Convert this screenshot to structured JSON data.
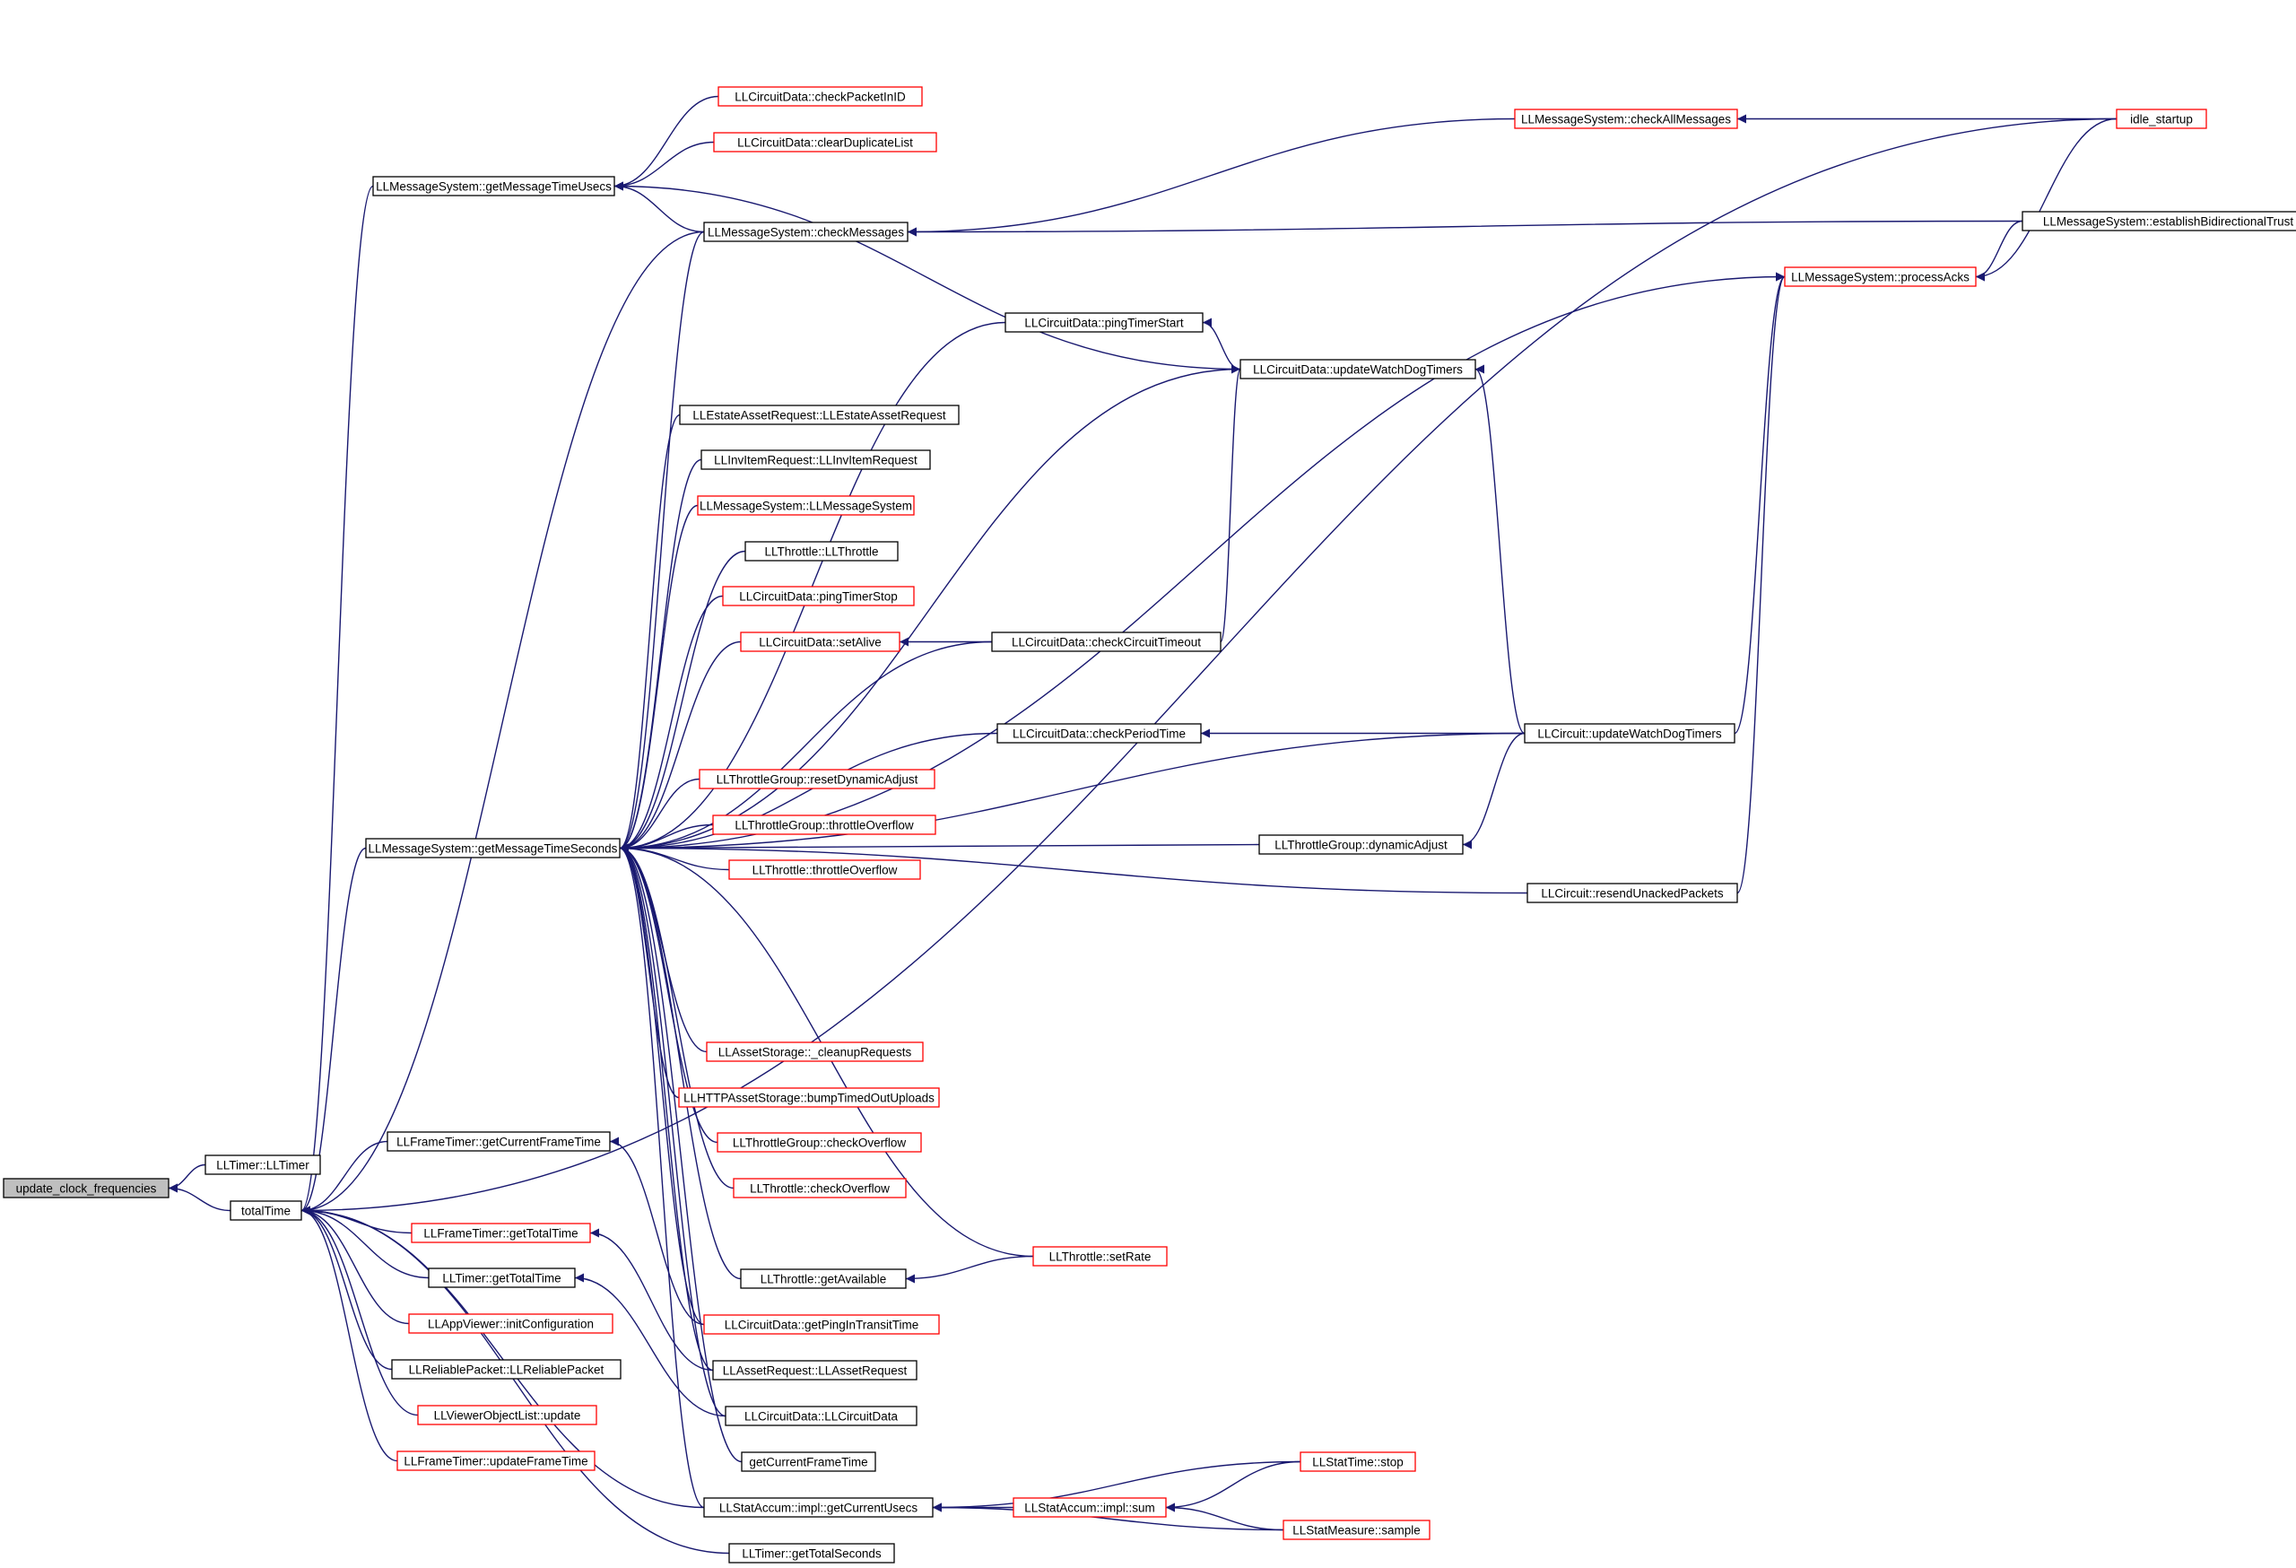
{
  "colors": {
    "edge": "#191970",
    "border_default": "#000000",
    "border_truncated": "#ff0000",
    "root_fill": "#bfbfbf",
    "node_fill": "#ffffff"
  },
  "nodes": [
    {
      "id": "update_clock_frequencies",
      "label": "update_clock_frequencies",
      "style": "root"
    },
    {
      "id": "LLTimer_LLTimer",
      "label": "LLTimer::LLTimer",
      "style": "normal"
    },
    {
      "id": "totalTime",
      "label": "totalTime",
      "style": "normal"
    },
    {
      "id": "getMessageTimeUsecs",
      "label": "LLMessageSystem::getMessageTimeUsecs",
      "style": "normal"
    },
    {
      "id": "getMessageTimeSeconds",
      "label": "LLMessageSystem::getMessageTimeSeconds",
      "style": "normal"
    },
    {
      "id": "getCurrentFrameTime_FT",
      "label": "LLFrameTimer::getCurrentFrameTime",
      "style": "normal"
    },
    {
      "id": "getTotalTime_FT",
      "label": "LLFrameTimer::getTotalTime",
      "style": "red"
    },
    {
      "id": "getTotalTime_T",
      "label": "LLTimer::getTotalTime",
      "style": "normal"
    },
    {
      "id": "initConfiguration",
      "label": "LLAppViewer::initConfiguration",
      "style": "red"
    },
    {
      "id": "LLReliablePacket",
      "label": "LLReliablePacket::LLReliablePacket",
      "style": "normal"
    },
    {
      "id": "vol_update",
      "label": "LLViewerObjectList::update",
      "style": "red"
    },
    {
      "id": "updateFrameTime",
      "label": "LLFrameTimer::updateFrameTime",
      "style": "red"
    },
    {
      "id": "checkPacketInID",
      "label": "LLCircuitData::checkPacketInID",
      "style": "red"
    },
    {
      "id": "clearDuplicateList",
      "label": "LLCircuitData::clearDuplicateList",
      "style": "red"
    },
    {
      "id": "checkMessages",
      "label": "LLMessageSystem::checkMessages",
      "style": "normal"
    },
    {
      "id": "checkAllMessages",
      "label": "LLMessageSystem::checkAllMessages",
      "style": "red"
    },
    {
      "id": "idle_startup",
      "label": "idle_startup",
      "style": "red"
    },
    {
      "id": "establishTrust",
      "label": "LLMessageSystem::establishBidirectionalTrust",
      "style": "normal"
    },
    {
      "id": "processAcks",
      "label": "LLMessageSystem::processAcks",
      "style": "red"
    },
    {
      "id": "pingTimerStart",
      "label": "LLCircuitData::pingTimerStart",
      "style": "normal"
    },
    {
      "id": "cd_updateWatchDogTimers",
      "label": "LLCircuitData::updateWatchDogTimers",
      "style": "normal"
    },
    {
      "id": "LLEstateAssetRequest",
      "label": "LLEstateAssetRequest::LLEstateAssetRequest",
      "style": "normal"
    },
    {
      "id": "LLInvItemRequest",
      "label": "LLInvItemRequest::LLInvItemRequest",
      "style": "normal"
    },
    {
      "id": "LLMessageSystem_ctor",
      "label": "LLMessageSystem::LLMessageSystem",
      "style": "red"
    },
    {
      "id": "LLThrottle_ctor",
      "label": "LLThrottle::LLThrottle",
      "style": "normal"
    },
    {
      "id": "pingTimerStop",
      "label": "LLCircuitData::pingTimerStop",
      "style": "red"
    },
    {
      "id": "setAlive",
      "label": "LLCircuitData::setAlive",
      "style": "red"
    },
    {
      "id": "checkCircuitTimeout",
      "label": "LLCircuitData::checkCircuitTimeout",
      "style": "normal"
    },
    {
      "id": "checkPeriodTime",
      "label": "LLCircuitData::checkPeriodTime",
      "style": "normal"
    },
    {
      "id": "c_updateWatchDogTimers",
      "label": "LLCircuit::updateWatchDogTimers",
      "style": "normal"
    },
    {
      "id": "resetDynamicAdjust",
      "label": "LLThrottleGroup::resetDynamicAdjust",
      "style": "red"
    },
    {
      "id": "tg_throttleOverflow",
      "label": "LLThrottleGroup::throttleOverflow",
      "style": "red"
    },
    {
      "id": "t_throttleOverflow",
      "label": "LLThrottle::throttleOverflow",
      "style": "red"
    },
    {
      "id": "dynamicAdjust",
      "label": "LLThrottleGroup::dynamicAdjust",
      "style": "normal"
    },
    {
      "id": "resendUnackedPackets",
      "label": "LLCircuit::resendUnackedPackets",
      "style": "normal"
    },
    {
      "id": "cleanupRequests",
      "label": "LLAssetStorage::_cleanupRequests",
      "style": "red"
    },
    {
      "id": "bumpTimedOutUploads",
      "label": "LLHTTPAssetStorage::bumpTimedOutUploads",
      "style": "red"
    },
    {
      "id": "tg_checkOverflow",
      "label": "LLThrottleGroup::checkOverflow",
      "style": "red"
    },
    {
      "id": "t_checkOverflow",
      "label": "LLThrottle::checkOverflow",
      "style": "red"
    },
    {
      "id": "setRate",
      "label": "LLThrottle::setRate",
      "style": "red"
    },
    {
      "id": "getAvailable",
      "label": "LLThrottle::getAvailable",
      "style": "normal"
    },
    {
      "id": "getPingInTransitTime",
      "label": "LLCircuitData::getPingInTransitTime",
      "style": "red"
    },
    {
      "id": "LLAssetRequest",
      "label": "LLAssetRequest::LLAssetRequest",
      "style": "normal"
    },
    {
      "id": "LLCircuitData_ctor",
      "label": "LLCircuitData::LLCircuitData",
      "style": "normal"
    },
    {
      "id": "getCurrentFrameTime",
      "label": "getCurrentFrameTime",
      "style": "normal"
    },
    {
      "id": "getCurrentUsecs",
      "label": "LLStatAccum::impl::getCurrentUsecs",
      "style": "normal"
    },
    {
      "id": "statTime_stop",
      "label": "LLStatTime::stop",
      "style": "red"
    },
    {
      "id": "impl_sum",
      "label": "LLStatAccum::impl::sum",
      "style": "red"
    },
    {
      "id": "statMeasure_sample",
      "label": "LLStatMeasure::sample",
      "style": "red"
    },
    {
      "id": "getTotalSeconds",
      "label": "LLTimer::getTotalSeconds",
      "style": "normal"
    }
  ],
  "edges": [
    [
      "update_clock_frequencies",
      "LLTimer_LLTimer"
    ],
    [
      "update_clock_frequencies",
      "totalTime"
    ],
    [
      "totalTime",
      "getMessageTimeUsecs"
    ],
    [
      "totalTime",
      "getMessageTimeSeconds"
    ],
    [
      "totalTime",
      "idle_startup"
    ],
    [
      "totalTime",
      "checkMessages"
    ],
    [
      "totalTime",
      "getCurrentFrameTime_FT"
    ],
    [
      "totalTime",
      "getTotalTime_FT"
    ],
    [
      "totalTime",
      "getTotalTime_T"
    ],
    [
      "totalTime",
      "initConfiguration"
    ],
    [
      "totalTime",
      "LLReliablePacket"
    ],
    [
      "totalTime",
      "vol_update"
    ],
    [
      "totalTime",
      "updateFrameTime"
    ],
    [
      "totalTime",
      "getCurrentUsecs"
    ],
    [
      "totalTime",
      "getTotalSeconds"
    ],
    [
      "getMessageTimeUsecs",
      "checkPacketInID"
    ],
    [
      "getMessageTimeUsecs",
      "clearDuplicateList"
    ],
    [
      "getMessageTimeUsecs",
      "checkMessages"
    ],
    [
      "getMessageTimeUsecs",
      "cd_updateWatchDogTimers"
    ],
    [
      "checkMessages",
      "checkAllMessages"
    ],
    [
      "checkMessages",
      "establishTrust"
    ],
    [
      "checkAllMessages",
      "idle_startup"
    ],
    [
      "processAcks",
      "idle_startup"
    ],
    [
      "processAcks",
      "establishTrust"
    ],
    [
      "pingTimerStart",
      "cd_updateWatchDogTimers"
    ],
    [
      "cd_updateWatchDogTimers",
      "checkCircuitTimeout"
    ],
    [
      "cd_updateWatchDogTimers",
      "c_updateWatchDogTimers"
    ],
    [
      "setAlive",
      "checkCircuitTimeout"
    ],
    [
      "checkPeriodTime",
      "c_updateWatchDogTimers"
    ],
    [
      "processAcks",
      "c_updateWatchDogTimers"
    ],
    [
      "processAcks",
      "resendUnackedPackets"
    ],
    [
      "dynamicAdjust",
      "c_updateWatchDogTimers"
    ],
    [
      "getMessageTimeSeconds",
      "checkMessages"
    ],
    [
      "getMessageTimeSeconds",
      "processAcks"
    ],
    [
      "getMessageTimeSeconds",
      "pingTimerStart"
    ],
    [
      "getMessageTimeSeconds",
      "cd_updateWatchDogTimers"
    ],
    [
      "getMessageTimeSeconds",
      "LLEstateAssetRequest"
    ],
    [
      "getMessageTimeSeconds",
      "LLInvItemRequest"
    ],
    [
      "getMessageTimeSeconds",
      "LLMessageSystem_ctor"
    ],
    [
      "getMessageTimeSeconds",
      "LLThrottle_ctor"
    ],
    [
      "getMessageTimeSeconds",
      "pingTimerStop"
    ],
    [
      "getMessageTimeSeconds",
      "setAlive"
    ],
    [
      "getMessageTimeSeconds",
      "checkCircuitTimeout"
    ],
    [
      "getMessageTimeSeconds",
      "checkPeriodTime"
    ],
    [
      "getMessageTimeSeconds",
      "resetDynamicAdjust"
    ],
    [
      "getMessageTimeSeconds",
      "tg_throttleOverflow"
    ],
    [
      "getMessageTimeSeconds",
      "t_throttleOverflow"
    ],
    [
      "getMessageTimeSeconds",
      "dynamicAdjust"
    ],
    [
      "getMessageTimeSeconds",
      "c_updateWatchDogTimers"
    ],
    [
      "getMessageTimeSeconds",
      "resendUnackedPackets"
    ],
    [
      "getMessageTimeSeconds",
      "cleanupRequests"
    ],
    [
      "getMessageTimeSeconds",
      "bumpTimedOutUploads"
    ],
    [
      "getMessageTimeSeconds",
      "tg_checkOverflow"
    ],
    [
      "getMessageTimeSeconds",
      "t_checkOverflow"
    ],
    [
      "getMessageTimeSeconds",
      "setRate"
    ],
    [
      "getMessageTimeSeconds",
      "getAvailable"
    ],
    [
      "getMessageTimeSeconds",
      "getPingInTransitTime"
    ],
    [
      "getMessageTimeSeconds",
      "LLAssetRequest"
    ],
    [
      "getMessageTimeSeconds",
      "LLCircuitData_ctor"
    ],
    [
      "getMessageTimeSeconds",
      "getCurrentFrameTime"
    ],
    [
      "getMessageTimeSeconds",
      "getCurrentUsecs"
    ],
    [
      "getCurrentFrameTime_FT",
      "getPingInTransitTime"
    ],
    [
      "getTotalTime_FT",
      "LLAssetRequest"
    ],
    [
      "getTotalTime_T",
      "LLCircuitData_ctor"
    ],
    [
      "getAvailable",
      "setRate"
    ],
    [
      "getCurrentUsecs",
      "statTime_stop"
    ],
    [
      "getCurrentUsecs",
      "impl_sum"
    ],
    [
      "getCurrentUsecs",
      "statMeasure_sample"
    ],
    [
      "impl_sum",
      "statTime_stop"
    ],
    [
      "impl_sum",
      "statMeasure_sample"
    ]
  ]
}
